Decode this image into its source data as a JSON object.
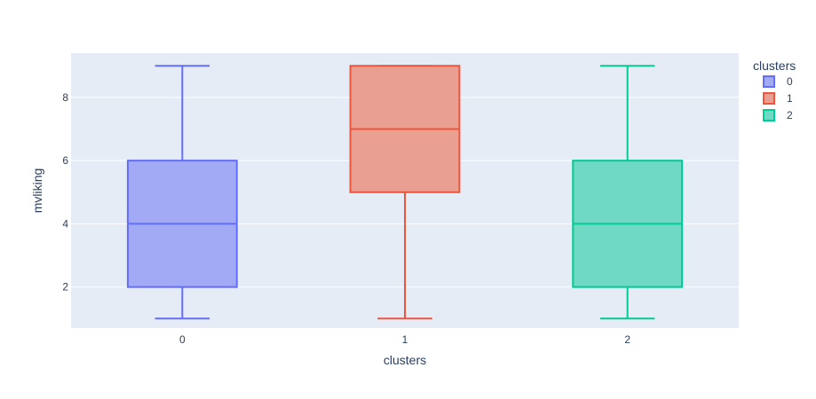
{
  "chart_data": {
    "type": "box",
    "xlabel": "clusters",
    "ylabel": "mvliking",
    "categories": [
      "0",
      "1",
      "2"
    ],
    "ylim": [
      0.7,
      9.4
    ],
    "yticks": [
      2,
      4,
      6,
      8
    ],
    "grid": true,
    "legend": {
      "title": "clusters",
      "placement": "top-right",
      "entries": [
        "0",
        "1",
        "2"
      ]
    },
    "series": [
      {
        "name": "0",
        "color": "#636efa",
        "fill": "#a3aaf5",
        "min": 1,
        "q1": 2,
        "median": 4,
        "q3": 6,
        "max": 9
      },
      {
        "name": "1",
        "color": "#ef553b",
        "fill": "#e9a093",
        "min": 1,
        "q1": 5,
        "median": 7,
        "q3": 9,
        "max": 9
      },
      {
        "name": "2",
        "color": "#00cc96",
        "fill": "#6fd9c3",
        "min": 1,
        "q1": 2,
        "median": 4,
        "q3": 6,
        "max": 9
      }
    ],
    "colors": {
      "plot_bg": "#e5ecf6",
      "grid": "#ffffff",
      "text": "#2a3f5f"
    }
  }
}
